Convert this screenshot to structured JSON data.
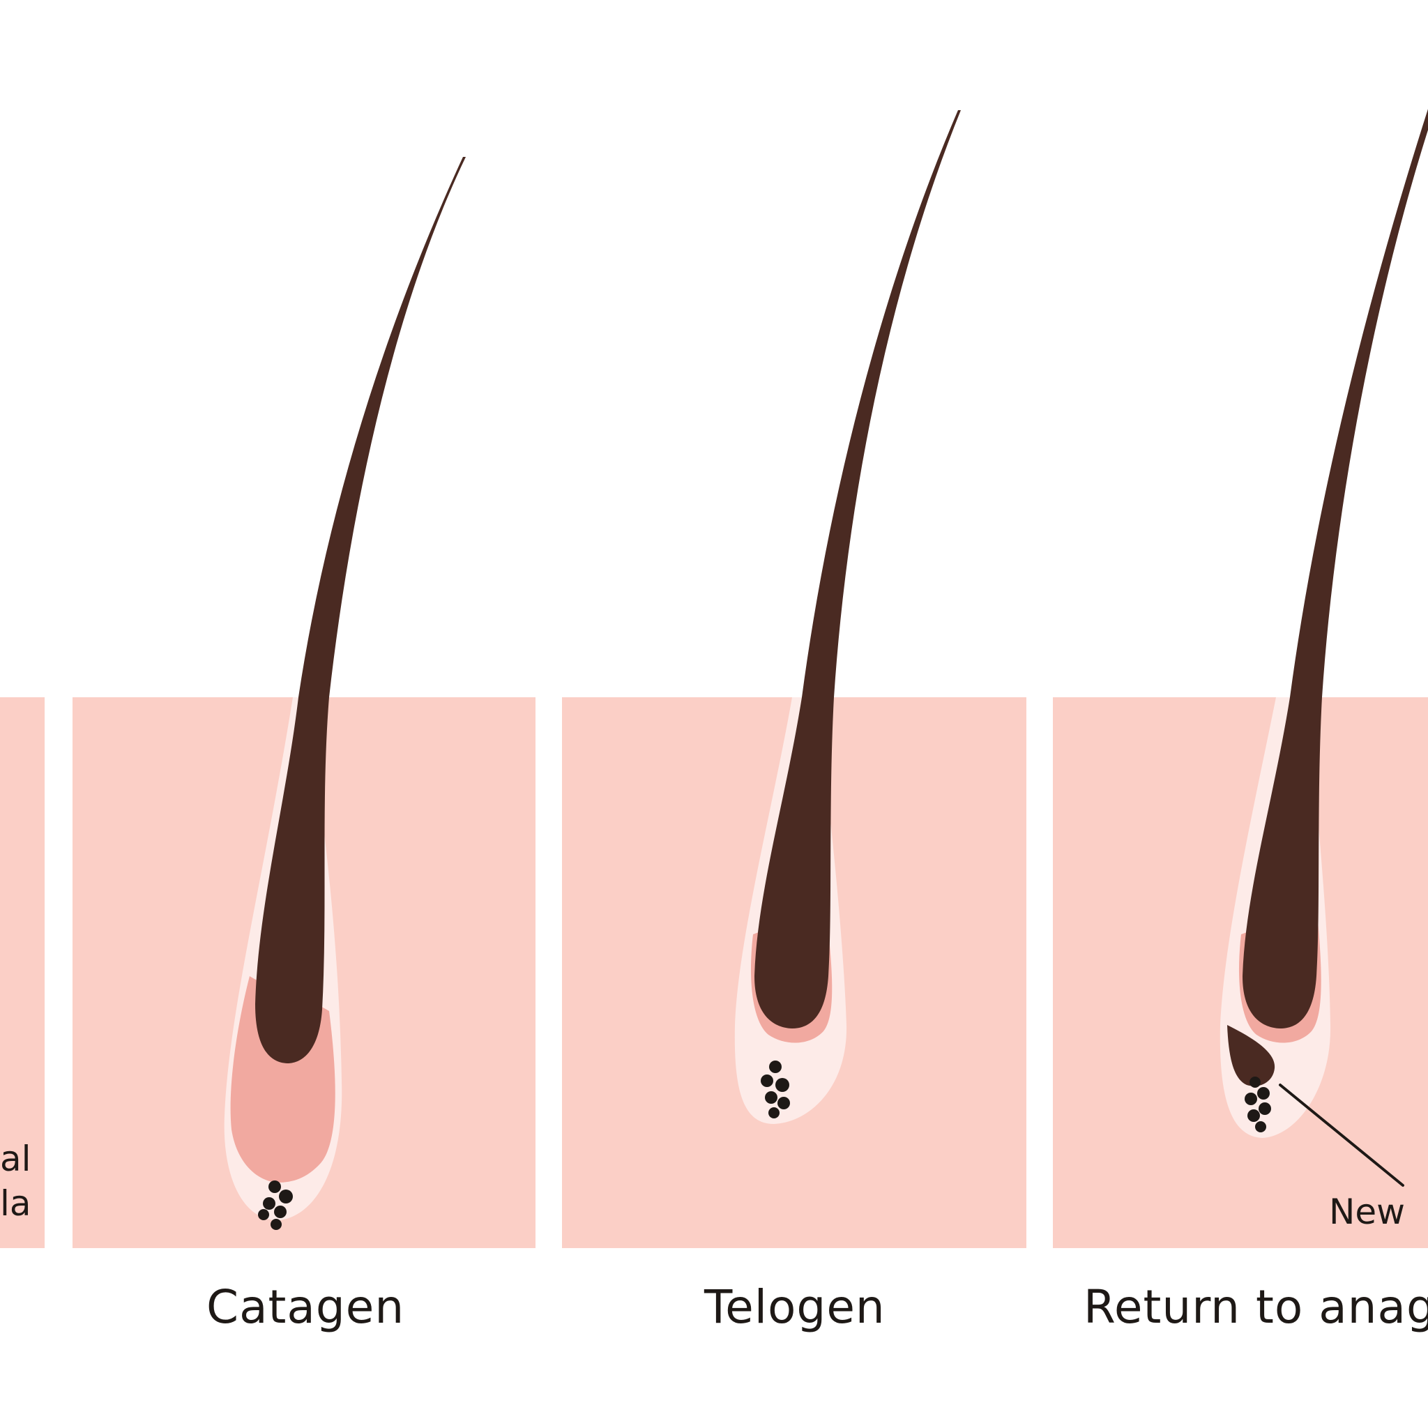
{
  "stages": [
    {
      "label": "Catagen"
    },
    {
      "label": "Telogen"
    },
    {
      "label": "Return to anag"
    }
  ],
  "annotations": {
    "left_fragment_line1": "al",
    "left_fragment_line2": "la",
    "new_label": "New"
  },
  "colors": {
    "skin": "#fbcfc6",
    "skin_border": "#fde6e1",
    "hair": "#4a2a22",
    "sheath_light": "#fdebe8",
    "bulb_pink": "#f1a9a0",
    "papilla_dots": "#1e1916",
    "text": "#1e1916",
    "background": "#ffffff"
  }
}
